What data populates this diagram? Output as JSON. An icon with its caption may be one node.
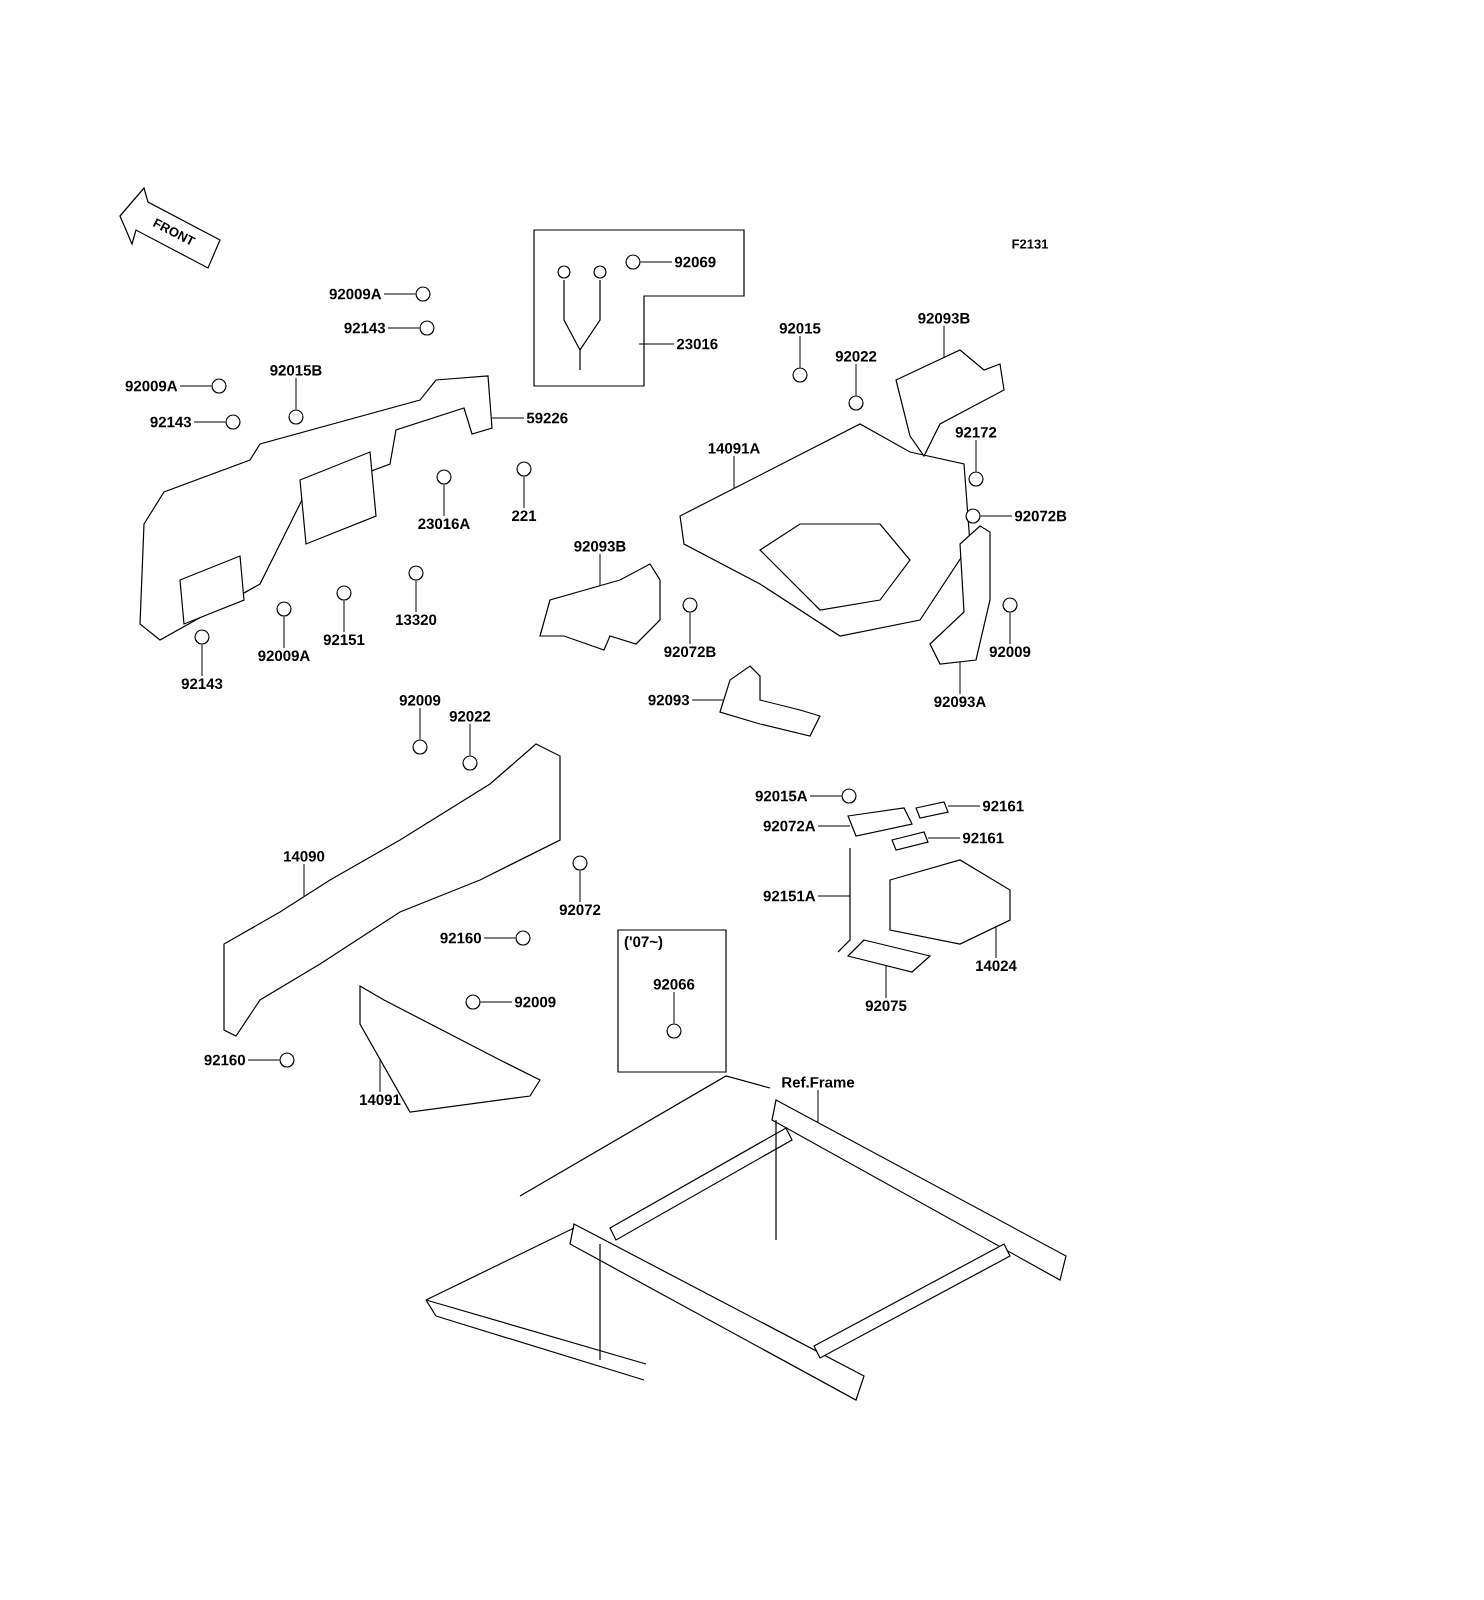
{
  "diagram": {
    "nodes": [
      {
        "text": [],
        "shape": "box"
      },
      {
        "text": [
          "('07~)"
        ]
      },
      {
        "text": [
          "92009A"
        ]
      },
      {
        "text": [
          "92143"
        ]
      },
      {
        "text": [
          "92009A"
        ]
      },
      {
        "text": [
          "92015B"
        ]
      },
      {
        "text": [
          "92143"
        ]
      },
      {
        "text": [
          "59226"
        ]
      },
      {
        "text": [
          "23016A"
        ]
      },
      {
        "text": [
          "221"
        ]
      },
      {
        "text": [
          "92143"
        ]
      },
      {
        "text": [
          "92009A"
        ]
      },
      {
        "text": [
          "92151"
        ]
      },
      {
        "text": [
          "13320"
        ]
      },
      {
        "text": [
          "92069"
        ],
        "in": 0
      },
      {
        "text": [
          "23016"
        ]
      },
      {
        "text": [
          "92015"
        ]
      },
      {
        "text": [
          "92022"
        ]
      },
      {
        "text": [
          "92093B"
        ]
      },
      {
        "text": [
          "92172"
        ]
      },
      {
        "text": [
          "14091A"
        ]
      },
      {
        "text": [
          "92093B"
        ]
      },
      {
        "text": [
          "92072B"
        ]
      },
      {
        "text": [
          "92072B"
        ]
      },
      {
        "text": [
          "92009"
        ]
      },
      {
        "text": [
          "92093A"
        ]
      },
      {
        "text": [
          "92093"
        ]
      },
      {
        "text": [
          "92009"
        ]
      },
      {
        "text": [
          "92022"
        ]
      },
      {
        "text": [
          "14090"
        ]
      },
      {
        "text": [
          "92072"
        ]
      },
      {
        "text": [
          "92160"
        ]
      },
      {
        "text": [
          "92009"
        ]
      },
      {
        "text": [
          "92160"
        ]
      },
      {
        "text": [
          "14091"
        ]
      },
      {
        "text": [
          "92066"
        ],
        "in": 1
      },
      {
        "text": [
          "92015A"
        ]
      },
      {
        "text": [
          "92072A"
        ]
      },
      {
        "text": [
          "92161"
        ]
      },
      {
        "text": [
          "92161"
        ]
      },
      {
        "text": [
          "92151A"
        ]
      },
      {
        "text": [
          "92075"
        ]
      },
      {
        "text": [
          "14024"
        ]
      },
      {
        "text": [
          "Ref.Frame"
        ]
      },
      {
        "text": [],
        "shape": "picture"
      },
      {
        "text": [],
        "shape": "picture"
      },
      {
        "text": [],
        "shape": "picture"
      },
      {
        "text": [],
        "shape": "picture"
      },
      {
        "text": [],
        "shape": "picture"
      },
      {
        "text": [],
        "shape": "picture"
      },
      {
        "text": [],
        "shape": "picture"
      },
      {
        "text": [],
        "shape": "picture"
      },
      {
        "text": [],
        "shape": "picture"
      },
      {
        "text": [],
        "shape": "picture"
      },
      {
        "text": [],
        "shape": "picture"
      },
      {
        "text": [
          "FRONT"
        ]
      },
      {
        "text": [],
        "shape": "circle"
      },
      {
        "text": [],
        "shape": "circle"
      },
      {
        "text": [],
        "shape": "circle"
      },
      {
        "text": [],
        "shape": "circle"
      },
      {
        "text": [],
        "shape": "circle"
      },
      {
        "text": [],
        "shape": "circle"
      },
      {
        "text": [],
        "shape": "circle"
      },
      {
        "text": [],
        "shape": "circle"
      },
      {
        "text": [],
        "shape": "circle"
      },
      {
        "text": [],
        "shape": "circle"
      },
      {
        "text": [],
        "shape": "circle"
      },
      {
        "text": [],
        "shape": "circle",
        "in": 0
      },
      {
        "text": [],
        "shape": "circle"
      },
      {
        "text": [],
        "shape": "circle"
      },
      {
        "text": [],
        "shape": "circle"
      },
      {
        "text": [],
        "shape": "circle"
      },
      {
        "text": [],
        "shape": "circle"
      },
      {
        "text": [],
        "shape": "circle"
      },
      {
        "text": [],
        "shape": "circle"
      },
      {
        "text": [],
        "shape": "circle"
      },
      {
        "text": [],
        "shape": "circle"
      },
      {
        "text": [],
        "shape": "circle"
      },
      {
        "text": [],
        "shape": "circle"
      },
      {
        "text": [],
        "shape": "circle"
      },
      {
        "text": [],
        "shape": "circle",
        "in": 1
      },
      {
        "text": [],
        "shape": "circle"
      },
      {
        "text": [],
        "shape": "picture"
      },
      {
        "text": [],
        "shape": "picture"
      },
      {
        "text": [],
        "shape": "picture"
      },
      {
        "text": [],
        "shape": "picture"
      }
    ],
    "edges": [
      {
        "from": 2,
        "to": 56,
        "arrow": "none"
      },
      {
        "from": 3,
        "to": 57,
        "arrow": "none"
      },
      {
        "from": 4,
        "to": 58,
        "arrow": "none"
      },
      {
        "from": 5,
        "to": 59,
        "arrow": "none"
      },
      {
        "from": 6,
        "to": 60,
        "arrow": "none"
      },
      {
        "from": 7,
        "to": 44,
        "arrow": "none"
      },
      {
        "from": 8,
        "to": 61,
        "arrow": "none"
      },
      {
        "from": 9,
        "to": 62,
        "arrow": "none"
      },
      {
        "from": 10,
        "to": 63,
        "arrow": "none"
      },
      {
        "from": 11,
        "to": 64,
        "arrow": "none"
      },
      {
        "from": 12,
        "to": 65,
        "arrow": "none"
      },
      {
        "from": 13,
        "to": 66,
        "arrow": "none"
      },
      {
        "from": 14,
        "to": 67,
        "arrow": "none"
      },
      {
        "from": 15,
        "to": 0,
        "arrow": "none"
      },
      {
        "from": 16,
        "to": 68,
        "arrow": "none"
      },
      {
        "from": 17,
        "to": 69,
        "arrow": "none"
      },
      {
        "from": 18,
        "to": 46,
        "arrow": "none"
      },
      {
        "from": 19,
        "to": 70,
        "arrow": "none"
      },
      {
        "from": 20,
        "to": 45,
        "arrow": "none"
      },
      {
        "from": 21,
        "to": 47,
        "arrow": "none"
      },
      {
        "from": 22,
        "to": 71,
        "arrow": "none"
      },
      {
        "from": 23,
        "to": 72,
        "arrow": "none"
      },
      {
        "from": 24,
        "to": 73,
        "arrow": "none"
      },
      {
        "from": 25,
        "to": 48,
        "arrow": "none"
      },
      {
        "from": 26,
        "to": 49,
        "arrow": "none"
      },
      {
        "from": 27,
        "to": 74,
        "arrow": "none"
      },
      {
        "from": 28,
        "to": 75,
        "arrow": "none"
      },
      {
        "from": 29,
        "to": 50,
        "arrow": "none"
      },
      {
        "from": 30,
        "to": 76,
        "arrow": "none"
      },
      {
        "from": 31,
        "to": 77,
        "arrow": "none"
      },
      {
        "from": 32,
        "to": 78,
        "arrow": "none"
      },
      {
        "from": 33,
        "to": 79,
        "arrow": "none"
      },
      {
        "from": 34,
        "to": 51,
        "arrow": "none"
      },
      {
        "from": 35,
        "to": 80,
        "arrow": "none"
      },
      {
        "from": 36,
        "to": 81,
        "arrow": "none"
      },
      {
        "from": 37,
        "to": 82,
        "arrow": "none"
      },
      {
        "from": 38,
        "to": 83,
        "arrow": "none"
      },
      {
        "from": 39,
        "to": 84,
        "arrow": "none"
      },
      {
        "from": 40,
        "to": 85,
        "arrow": "none"
      },
      {
        "from": 41,
        "to": 53,
        "arrow": "none"
      },
      {
        "from": 42,
        "to": 52,
        "arrow": "none"
      },
      {
        "from": 43,
        "to": 54,
        "arrow": "none"
      }
    ],
    "labels": [
      "F2131"
    ]
  }
}
